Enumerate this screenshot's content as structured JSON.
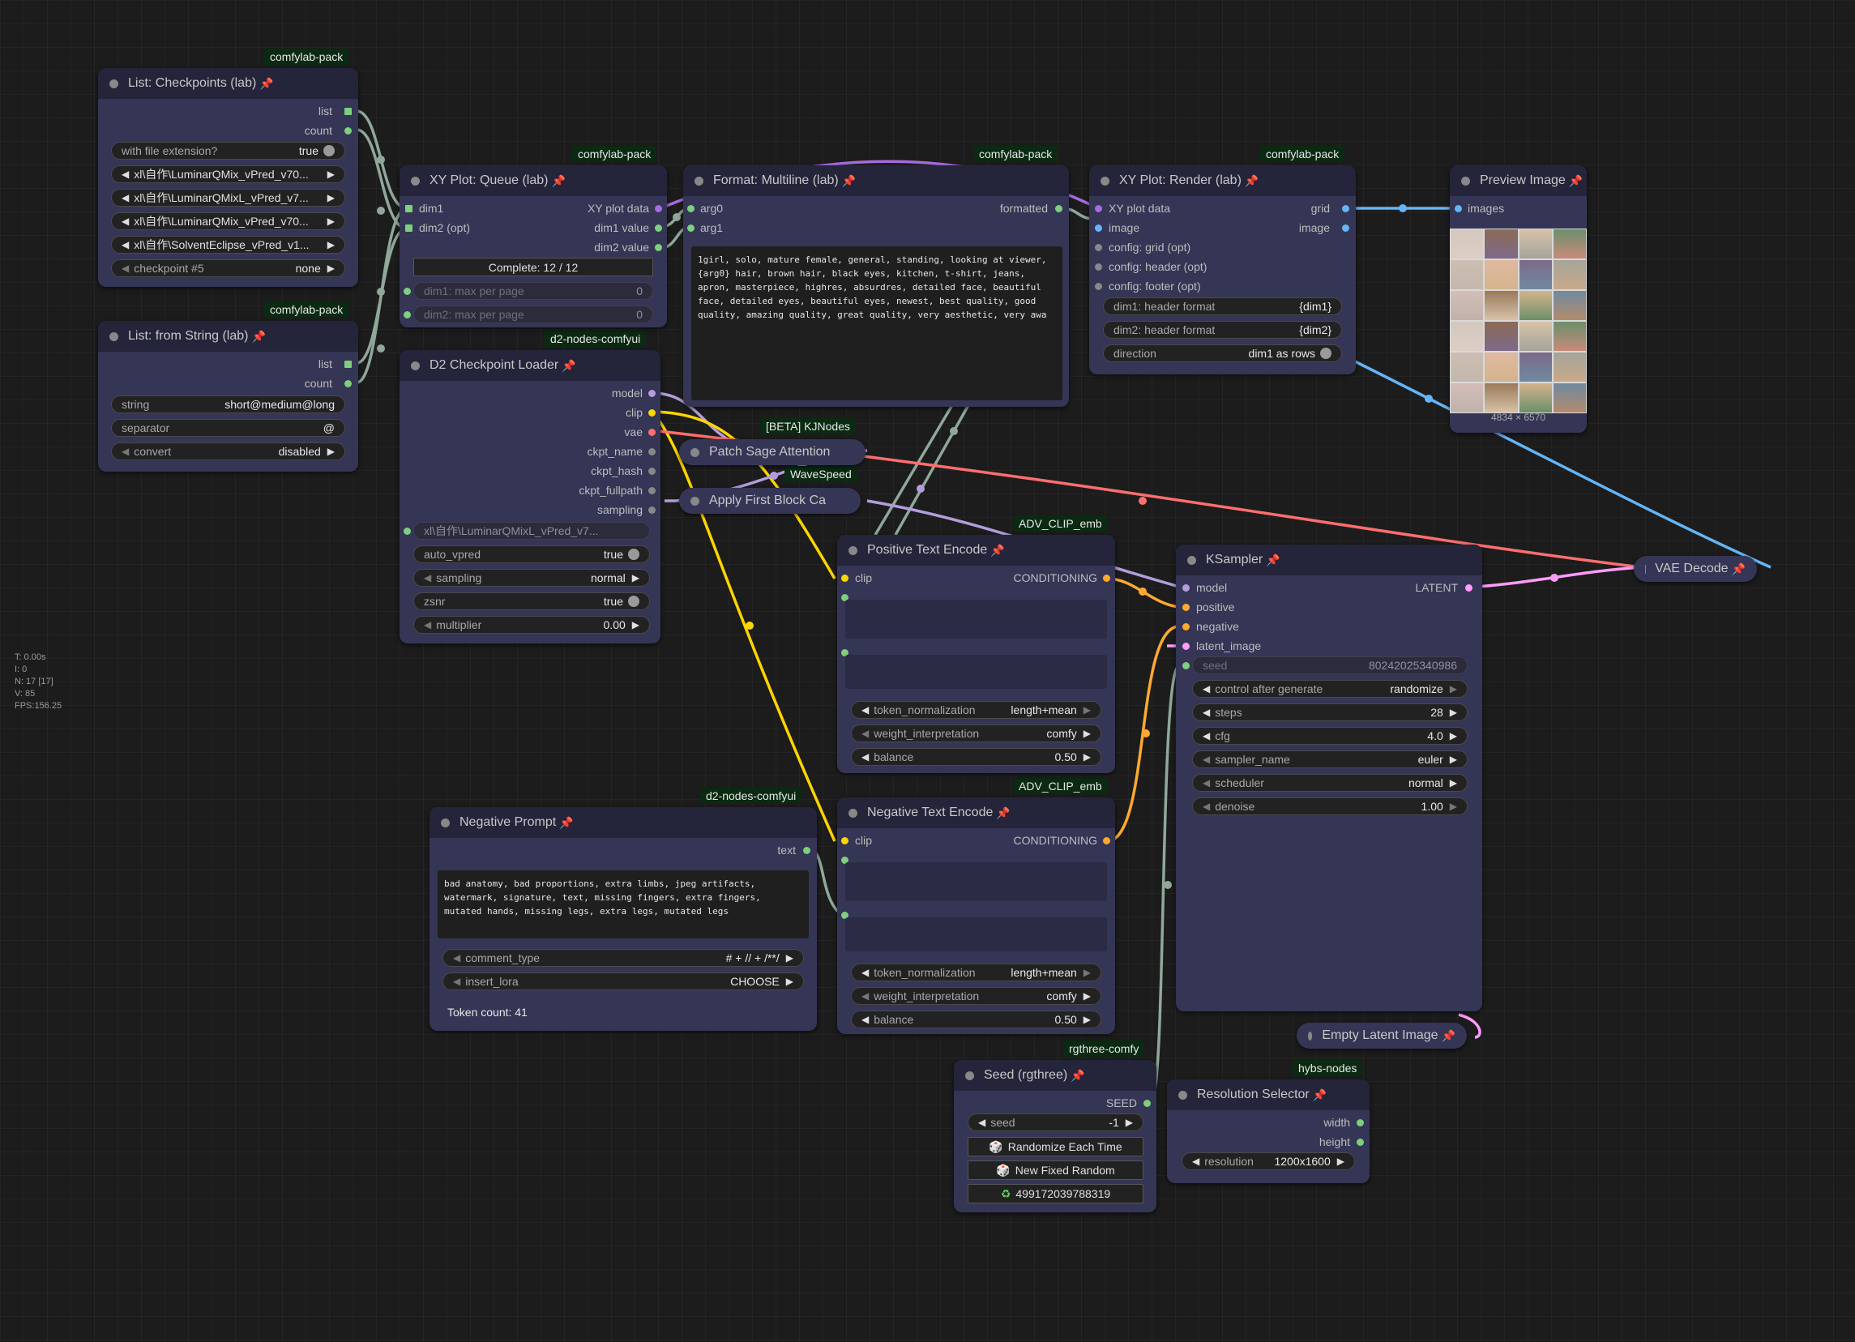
{
  "badges": {
    "list_ckpt": "comfylab-pack",
    "list_str": "comfylab-pack",
    "xyq": "comfylab-pack",
    "fmt": "comfylab-pack",
    "xyr": "comfylab-pack",
    "d2": "d2-nodes-comfyui",
    "kj": "[BETA] KJNodes",
    "wave": "WaveSpeed",
    "adv_pos": "ADV_CLIP_emb",
    "adv_neg": "ADV_CLIP_emb",
    "d2_neg": "d2-nodes-comfyui",
    "rgthree": "rgthree-comfy",
    "hybs": "hybs-nodes"
  },
  "stats": [
    "T: 0.00s",
    "I: 0",
    "N: 17 [17]",
    "V: 85",
    "FPS:156.25"
  ],
  "list_checkpoints": {
    "title": "List: Checkpoints (lab)",
    "out_list": "list",
    "out_count": "count",
    "ext_label": "with file extension?",
    "ext_value": "true",
    "items": [
      "xl\\自作\\LuminarQMix_vPred_v70...",
      "xl\\自作\\LuminarQMixL_vPred_v7...",
      "xl\\自作\\LuminarQMix_vPred_v70...",
      "xl\\自作\\SolventEclipse_vPred_v1..."
    ],
    "ck5_label": "checkpoint #5",
    "ck5_value": "none"
  },
  "list_string": {
    "title": "List: from String (lab)",
    "out_list": "list",
    "out_count": "count",
    "string_label": "string",
    "string_value": "short@medium@long",
    "sep_label": "separator",
    "sep_value": "@",
    "convert_label": "convert",
    "convert_value": "disabled"
  },
  "xy_queue": {
    "title": "XY Plot: Queue (lab)",
    "in_dim1": "dim1",
    "in_dim2": "dim2 (opt)",
    "out_plot": "XY plot data",
    "out_dim1": "dim1 value",
    "out_dim2": "dim2 value",
    "status": "Complete: 12 / 12",
    "max1_label": "dim1: max per page",
    "max1_value": "0",
    "max2_label": "dim2: max per page",
    "max2_value": "0"
  },
  "format": {
    "title": "Format: Multiline (lab)",
    "in_arg0": "arg0",
    "in_arg1": "arg1",
    "out": "formatted",
    "text": "1girl, solo, mature female, general, standing, looking at viewer, {arg0} hair, brown hair, black eyes, kitchen, t-shirt, jeans, apron, masterpiece, highres, absurdres, detailed face, beautiful face, detailed eyes, beautiful eyes, newest, best quality, good quality, amazing quality, great quality, very aesthetic, very awa"
  },
  "xy_render": {
    "title": "XY Plot: Render (lab)",
    "in_plot": "XY plot data",
    "in_image": "image",
    "in_grid": "config: grid (opt)",
    "in_header": "config: header (opt)",
    "in_footer": "config: footer (opt)",
    "out_grid": "grid",
    "out_image": "image",
    "h1_label": "dim1: header format",
    "h1_value": "{dim1}",
    "h2_label": "dim2: header format",
    "h2_value": "{dim2}",
    "dir_label": "direction",
    "dir_value": "dim1 as rows"
  },
  "preview": {
    "title": "Preview Image",
    "in_images": "images",
    "size": "4834 × 6570"
  },
  "d2_loader": {
    "title": "D2 Checkpoint Loader",
    "outs": [
      "model",
      "clip",
      "vae",
      "ckpt_name",
      "ckpt_hash",
      "ckpt_fullpath",
      "sampling"
    ],
    "ckpt_value": "xl\\自作\\LuminarQMixL_vPred_v7...",
    "auto_label": "auto_vpred",
    "auto_value": "true",
    "sampling_label": "sampling",
    "sampling_value": "normal",
    "zsnr_label": "zsnr",
    "zsnr_value": "true",
    "mult_label": "multiplier",
    "mult_value": "0.00"
  },
  "patch_sage": {
    "title": "Patch Sage Attention"
  },
  "apply_fbc": {
    "title": "Apply First Block Ca"
  },
  "pos_encode": {
    "title": "Positive Text Encode",
    "in_clip": "clip",
    "out": "CONDITIONING",
    "tn_label": "token_normalization",
    "tn_value": "length+mean",
    "wi_label": "weight_interpretation",
    "wi_value": "comfy",
    "bal_label": "balance",
    "bal_value": "0.50"
  },
  "neg_encode": {
    "title": "Negative Text Encode",
    "in_clip": "clip",
    "out": "CONDITIONING",
    "tn_label": "token_normalization",
    "tn_value": "length+mean",
    "wi_label": "weight_interpretation",
    "wi_value": "comfy",
    "bal_label": "balance",
    "bal_value": "0.50"
  },
  "neg_prompt": {
    "title": "Negative Prompt",
    "out": "text",
    "text": "bad anatomy, bad proportions, extra limbs, jpeg artifacts, watermark, signature, text, missing fingers, extra fingers, mutated hands, missing legs, extra legs, mutated legs",
    "ct_label": "comment_type",
    "ct_value": "# + // + /**/",
    "il_label": "insert_lora",
    "il_value": "CHOOSE",
    "token": "Token count: 41"
  },
  "ksampler": {
    "title": "KSampler",
    "in_model": "model",
    "in_pos": "positive",
    "in_neg": "negative",
    "in_latent": "latent_image",
    "out": "LATENT",
    "seed_label": "seed",
    "seed_value": "80242025340986",
    "cag_label": "control after generate",
    "cag_value": "randomize",
    "steps_label": "steps",
    "steps_value": "28",
    "cfg_label": "cfg",
    "cfg_value": "4.0",
    "sampler_label": "sampler_name",
    "sampler_value": "euler",
    "sched_label": "scheduler",
    "sched_value": "normal",
    "denoise_label": "denoise",
    "denoise_value": "1.00"
  },
  "vae_decode": {
    "title": "VAE Decode"
  },
  "empty_latent": {
    "title": "Empty Latent Image"
  },
  "seed_rg": {
    "title": "Seed (rgthree)",
    "out": "SEED",
    "seed_label": "seed",
    "seed_value": "-1",
    "btn1": "Randomize Each Time",
    "btn2": "New Fixed Random",
    "btn3": "499172039788319"
  },
  "res_selector": {
    "title": "Resolution Selector",
    "out_w": "width",
    "out_h": "height",
    "res_label": "resolution",
    "res_value": "1200x1600"
  },
  "colors": {
    "model": "#b39ddb",
    "clip": "#ffd500",
    "vae": "#ff6e6e",
    "conditioning": "#ffa931",
    "latent": "#ff9cf9",
    "image": "#64b5f6",
    "int": "#29699c",
    "generic": "#8fa89a",
    "string": "#7ecf7e"
  }
}
